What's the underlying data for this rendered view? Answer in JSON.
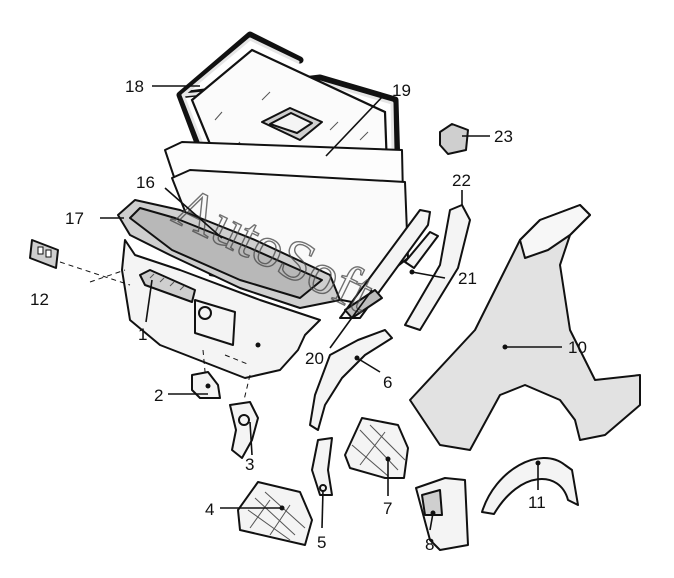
{
  "callouts": [
    {
      "id": "1",
      "label": "1"
    },
    {
      "id": "2",
      "label": "2"
    },
    {
      "id": "3",
      "label": "3"
    },
    {
      "id": "4",
      "label": "4"
    },
    {
      "id": "5",
      "label": "5"
    },
    {
      "id": "6",
      "label": "6"
    },
    {
      "id": "7",
      "label": "7"
    },
    {
      "id": "8",
      "label": "8"
    },
    {
      "id": "10",
      "label": "10"
    },
    {
      "id": "11",
      "label": "11"
    },
    {
      "id": "12",
      "label": "12"
    },
    {
      "id": "16",
      "label": "16"
    },
    {
      "id": "17",
      "label": "17"
    },
    {
      "id": "18",
      "label": "18"
    },
    {
      "id": "19",
      "label": "19"
    },
    {
      "id": "20",
      "label": "20"
    },
    {
      "id": "21",
      "label": "21"
    },
    {
      "id": "22",
      "label": "22"
    },
    {
      "id": "23",
      "label": "23"
    }
  ],
  "watermark": {
    "text": "AutoSoft"
  }
}
